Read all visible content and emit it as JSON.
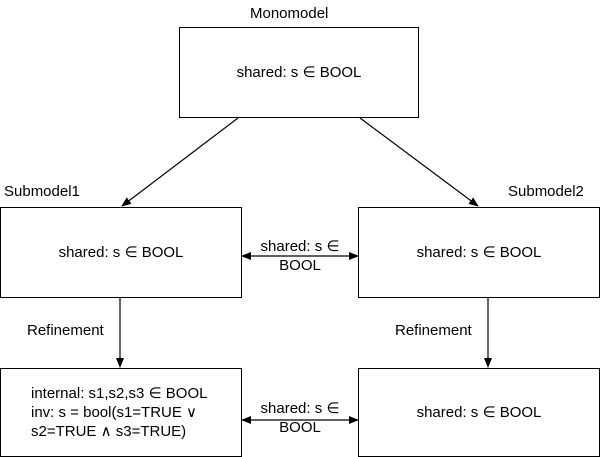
{
  "nodes": {
    "monomodel": {
      "title": "Monomodel",
      "text": "shared: s ∈ BOOL"
    },
    "submodel1": {
      "title": "Submodel1",
      "text": "shared: s ∈ BOOL"
    },
    "submodel2": {
      "title": "Submodel2",
      "text": "shared: s ∈ BOOL"
    },
    "refined1": {
      "lines": [
        "internal: s1,s2,s3 ∈ BOOL",
        "inv: s = bool(s1=TRUE ∨",
        "s2=TRUE ∧ s3=TRUE)"
      ]
    },
    "refined2": {
      "text": "shared: s ∈ BOOL"
    }
  },
  "edges": {
    "refinement_left": "Refinement",
    "refinement_right": "Refinement",
    "shared_top": {
      "line1": "shared: s ∈",
      "line2": "BOOL"
    },
    "shared_bottom": {
      "line1": "shared: s ∈",
      "line2": "BOOL"
    }
  }
}
